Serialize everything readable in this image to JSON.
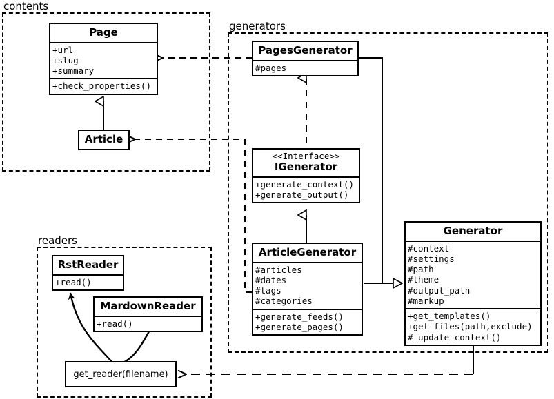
{
  "diagram": {
    "title": "UML class diagram",
    "stroke_color": "#000000",
    "background_color": "#ffffff"
  },
  "packages": [
    {
      "name": "contents",
      "label": "contents"
    },
    {
      "name": "generators",
      "label": "generators"
    },
    {
      "name": "readers",
      "label": "readers"
    }
  ],
  "classes": {
    "page": {
      "name": "Page",
      "attributes": [
        "+url",
        "+slug",
        "+summary"
      ],
      "methods": [
        "+check_properties()"
      ]
    },
    "article": {
      "name": "Article",
      "attributes": [],
      "methods": []
    },
    "pages_generator": {
      "name": "PagesGenerator",
      "attributes": [
        "#pages"
      ],
      "methods": []
    },
    "igenerator": {
      "stereotype": "<<Interface>>",
      "name": "IGenerator",
      "attributes": [],
      "methods": [
        "+generate_context()",
        "+generate_output()"
      ]
    },
    "article_generator": {
      "name": "ArticleGenerator",
      "attributes": [
        "#articles",
        "#dates",
        "#tags",
        "#categories"
      ],
      "methods": [
        "+generate_feeds()",
        "+generate_pages()"
      ]
    },
    "generator": {
      "name": "Generator",
      "attributes": [
        "#context",
        "#settings",
        "#path",
        "#theme",
        "#output_path",
        "#markup"
      ],
      "methods": [
        "+get_templates()",
        "+get_files(path,exclude)",
        "#_update_context()"
      ]
    },
    "rst_reader": {
      "name": "RstReader",
      "attributes": [],
      "methods": [
        "+read()"
      ]
    },
    "mardown_reader": {
      "name": "MardownReader",
      "attributes": [],
      "methods": [
        "+read()"
      ]
    },
    "get_reader": {
      "name": "get_reader(filename)"
    }
  },
  "relations": [
    {
      "name": "article-inherits-page",
      "type": "generalization",
      "from": "Article",
      "to": "Page"
    },
    {
      "name": "pages-generator-uses-page",
      "type": "dependency",
      "from": "PagesGenerator",
      "to": "Page"
    },
    {
      "name": "article-generator-uses-article",
      "type": "dependency",
      "from": "ArticleGenerator",
      "to": "Article"
    },
    {
      "name": "pages-generator-realizes-igenerator",
      "type": "realization",
      "from": "PagesGenerator",
      "to": "IGenerator"
    },
    {
      "name": "article-generator-realizes-igenerator",
      "type": "realization",
      "from": "ArticleGenerator",
      "to": "IGenerator"
    },
    {
      "name": "pages-generator-inherits-generator",
      "type": "generalization",
      "from": "PagesGenerator",
      "to": "Generator"
    },
    {
      "name": "article-generator-inherits-generator",
      "type": "generalization",
      "from": "ArticleGenerator",
      "to": "Generator"
    },
    {
      "name": "generator-uses-get-reader",
      "type": "dependency",
      "from": "Generator",
      "to": "get_reader(filename)"
    },
    {
      "name": "get-reader-creates-rst-reader",
      "type": "create",
      "from": "get_reader(filename)",
      "to": "RstReader"
    },
    {
      "name": "get-reader-creates-mardown-reader",
      "type": "create",
      "from": "get_reader(filename)",
      "to": "MardownReader"
    }
  ]
}
